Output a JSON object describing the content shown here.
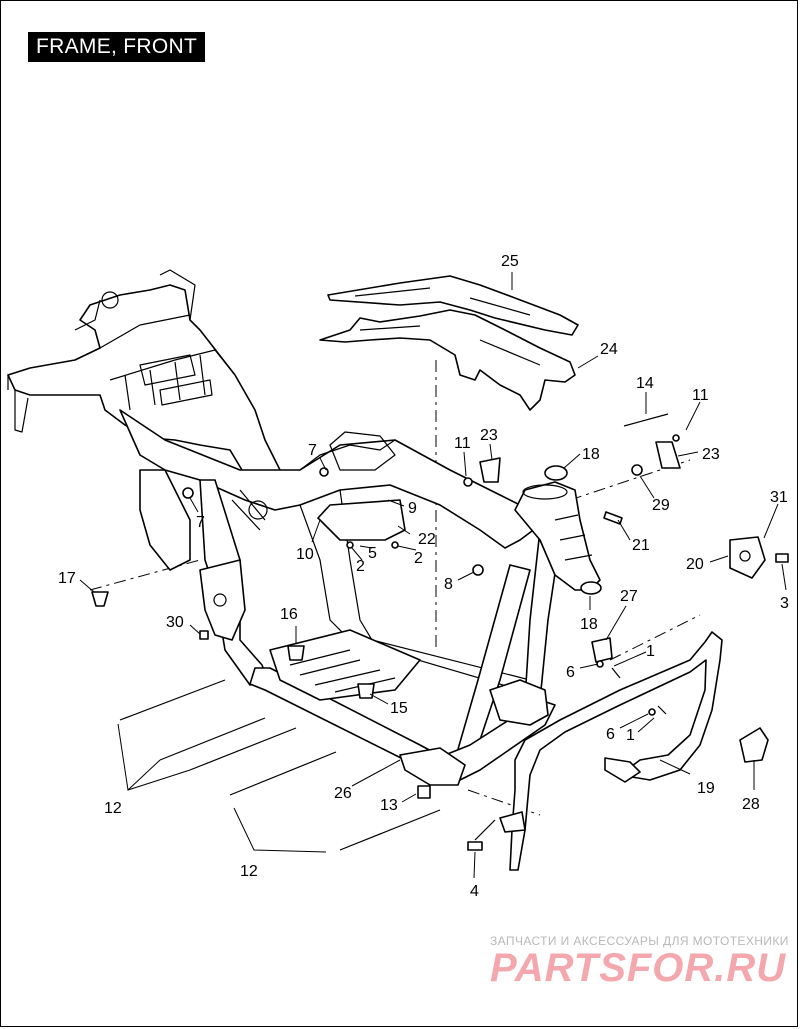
{
  "title": "FRAME, FRONT",
  "callouts": {
    "c1a": "1",
    "c1b": "1",
    "c2a": "2",
    "c2b": "2",
    "c3": "3",
    "c4": "4",
    "c5": "5",
    "c6a": "6",
    "c6b": "6",
    "c7a": "7",
    "c7b": "7",
    "c8": "8",
    "c9": "9",
    "c10": "10",
    "c11a": "11",
    "c11b": "11",
    "c12a": "12",
    "c12b": "12",
    "c13": "13",
    "c14": "14",
    "c15": "15",
    "c16": "16",
    "c17": "17",
    "c18a": "18",
    "c18b": "18",
    "c19": "19",
    "c20": "20",
    "c21": "21",
    "c22": "22",
    "c23a": "23",
    "c23b": "23",
    "c24": "24",
    "c25": "25",
    "c26": "26",
    "c27": "27",
    "c28": "28",
    "c29": "29",
    "c30": "30",
    "c31": "31"
  },
  "watermark": {
    "subtitle": "ЗАПЧАСТИ И АКСЕССУАРЫ ДЛЯ МОТОТЕХНИКИ",
    "logo": "PARTSFOR.RU"
  }
}
